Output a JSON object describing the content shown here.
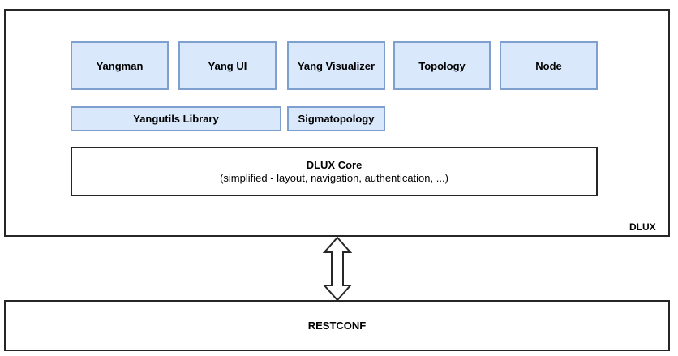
{
  "dlux": {
    "label": "DLUX",
    "modules": [
      {
        "label": "Yangman"
      },
      {
        "label": "Yang UI"
      },
      {
        "label": "Yang Visualizer"
      },
      {
        "label": "Topology"
      },
      {
        "label": "Node"
      }
    ],
    "libraries": [
      {
        "label": "Yangutils Library"
      },
      {
        "label": "Sigmatopology"
      }
    ],
    "core": {
      "title": "DLUX Core",
      "subtitle": "(simplified - layout, navigation, authentication, ...)"
    }
  },
  "restconf": {
    "label": "RESTCONF"
  },
  "colors": {
    "module_fill": "#dae8fc",
    "module_border": "#7f9fcf",
    "outline": "#262626"
  }
}
